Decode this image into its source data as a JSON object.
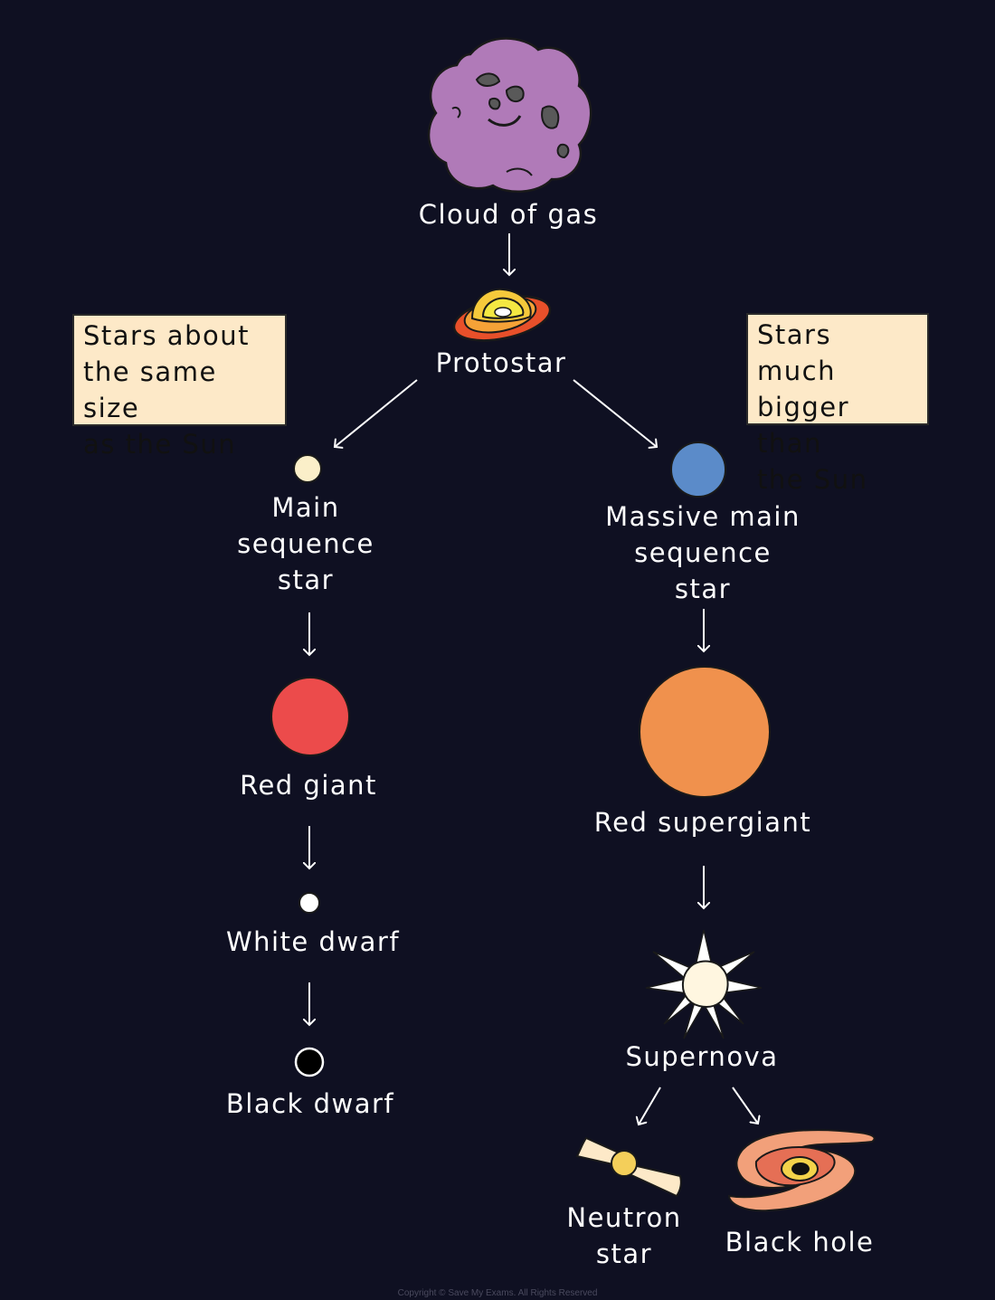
{
  "colors": {
    "background": "#0f1022",
    "note_box": "#fde9c8",
    "cloud": "#b07ab8",
    "main_sequence_star": "#fbefc9",
    "massive_star": "#5b8bc9",
    "red_giant": "#ec4b4b",
    "red_supergiant": "#f0914d",
    "white_dwarf": "#ffffff",
    "black_dwarf": "#000000"
  },
  "notes": {
    "small_stars": "Stars about\nthe same size\nas the Sun",
    "big_stars": "Stars much\nbigger than\nthe Sun"
  },
  "stages": {
    "cloud": "Cloud of gas",
    "protostar": "Protostar",
    "main_sequence": "Main\nsequence\nstar",
    "massive_main_sequence": "Massive main\nsequence\nstar",
    "red_giant": "Red giant",
    "red_supergiant": "Red supergiant",
    "white_dwarf": "White dwarf",
    "supernova": "Supernova",
    "black_dwarf": "Black dwarf",
    "neutron_star": "Neutron\nstar",
    "black_hole": "Black hole"
  },
  "copyright": "Copyright © Save My Exams. All Rights Reserved"
}
